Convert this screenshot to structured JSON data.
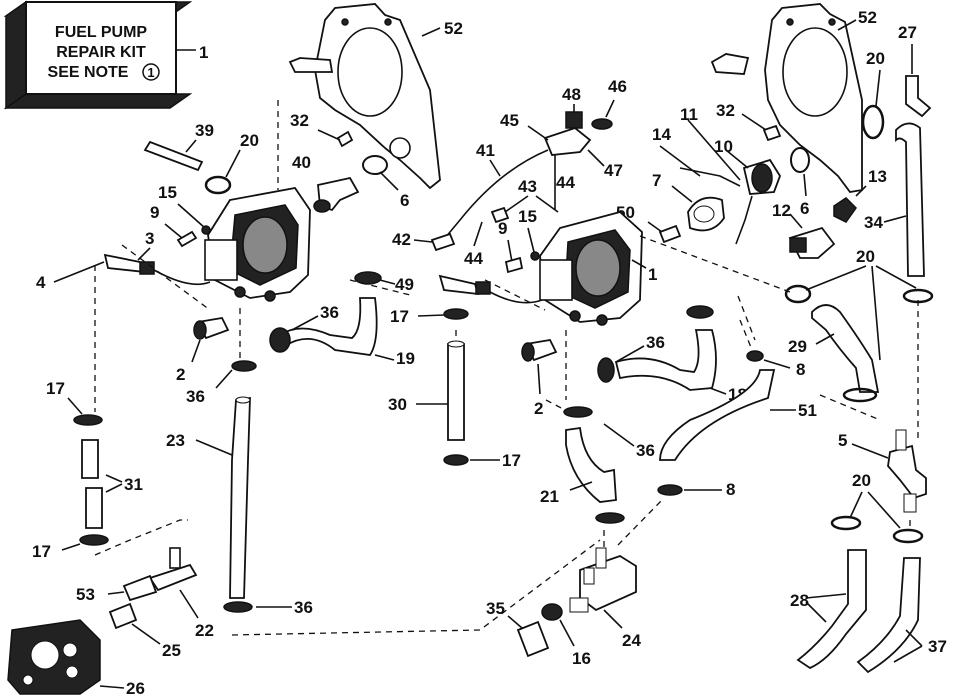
{
  "kit_box": {
    "line1": "FUEL PUMP",
    "line2": "REPAIR KIT",
    "line3": "SEE NOTE",
    "note_number": "1",
    "callout": "1"
  },
  "callouts": {
    "c52a": "52",
    "c52b": "52",
    "c20a": "20",
    "c27": "27",
    "c39": "39",
    "c20b": "20",
    "c32a": "32",
    "c6a": "6",
    "c40": "40",
    "c15a": "15",
    "c9a": "9",
    "c3": "3",
    "c4": "4",
    "c49": "49",
    "c36a": "36",
    "c2a": "2",
    "c36b": "36",
    "c19": "19",
    "c17a": "17",
    "c31": "31",
    "c17b": "17",
    "c23": "23",
    "c53": "53",
    "c22": "22",
    "c25": "25",
    "c26": "26",
    "c36c": "36",
    "c48": "48",
    "c46": "46",
    "c45": "45",
    "c47": "47",
    "c41": "41",
    "c43": "43",
    "c44a": "44",
    "c15b": "15",
    "c9b": "9",
    "c44b": "44",
    "c42": "42",
    "c50": "50",
    "c1": "1",
    "c17c": "17",
    "c30": "30",
    "c17d": "17",
    "c36d": "36",
    "c2b": "2",
    "c18": "18",
    "c36e": "36",
    "c21": "21",
    "c35": "35",
    "c16": "16",
    "c24": "24",
    "c8a": "8",
    "c51": "51",
    "c8b": "8",
    "c11": "11",
    "c14": "14",
    "c32b": "32",
    "c10": "10",
    "c7": "7",
    "c6b": "6",
    "c13": "13",
    "c12": "12",
    "c34": "34",
    "c20c": "20",
    "c29": "29",
    "c5": "5",
    "c20d": "20",
    "c28": "28",
    "c37": "37"
  }
}
